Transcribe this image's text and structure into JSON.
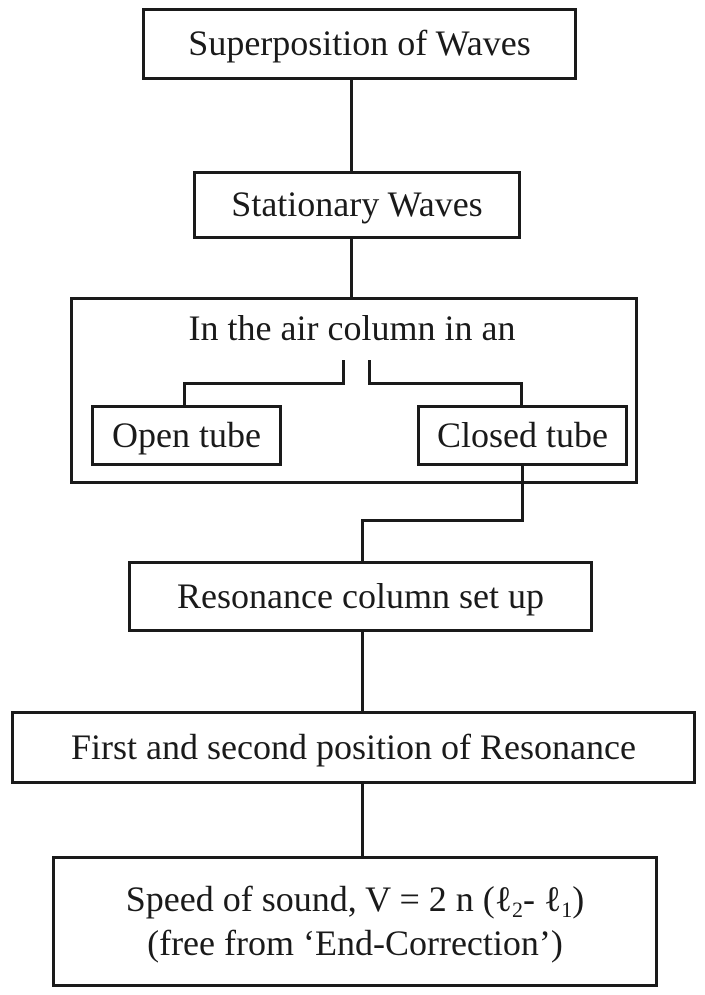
{
  "nodes": {
    "superposition": "Superposition of Waves",
    "stationary": "Stationary Waves",
    "air_column": "In the air column in an",
    "open_tube": "Open tube",
    "closed_tube": "Closed tube",
    "resonance_setup": "Resonance column set up",
    "positions": "First and second position of Resonance",
    "speed": {
      "line1_prefix": "Speed of sound, V = 2 n (ℓ",
      "sub2": "2",
      "minus": "- ℓ",
      "sub1": "1",
      "close": ")",
      "line2": "(free from ‘End-Correction’)"
    }
  }
}
